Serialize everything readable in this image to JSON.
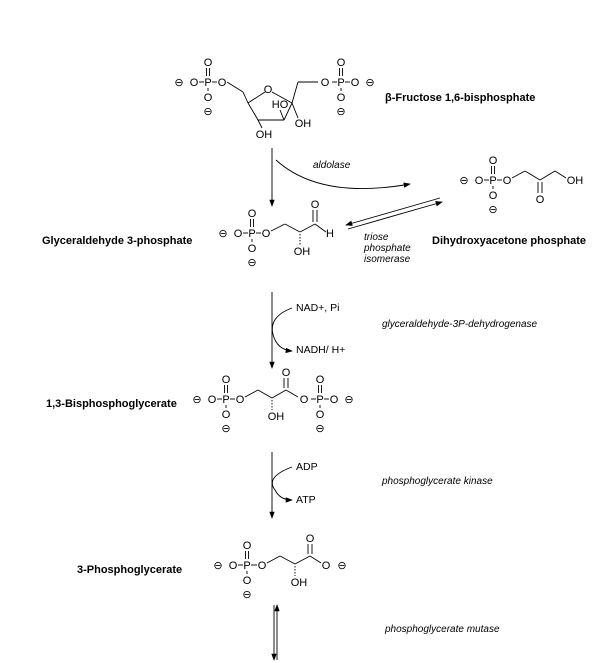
{
  "atoms": {
    "O": "O",
    "P": "P",
    "OH": "OH",
    "HO": "HO",
    "H": "H",
    "minus": "⊖"
  },
  "compounds": {
    "fbp": "β-Fructose 1,6-bisphosphate",
    "g3p": "Glyceraldehyde 3-phosphate",
    "dhap": "Dihydroxyacetone phosphate",
    "bpg": "1,3-Bisphosphoglycerate",
    "pg3": "3-Phosphoglycerate"
  },
  "enzymes": {
    "aldolase": "aldolase",
    "tpi_1": "triose",
    "tpi_2": "phosphate",
    "tpi_3": "isomerase",
    "gapdh": "glyceraldehyde-3P-dehydrogenase",
    "pgk": "phosphoglycerate kinase",
    "pgm": "phosphoglycerate mutase"
  },
  "reagents": {
    "nad_in": "NAD+, Pi",
    "nad_out": "NADH/ H+",
    "adp": "ADP",
    "atp": "ATP"
  }
}
